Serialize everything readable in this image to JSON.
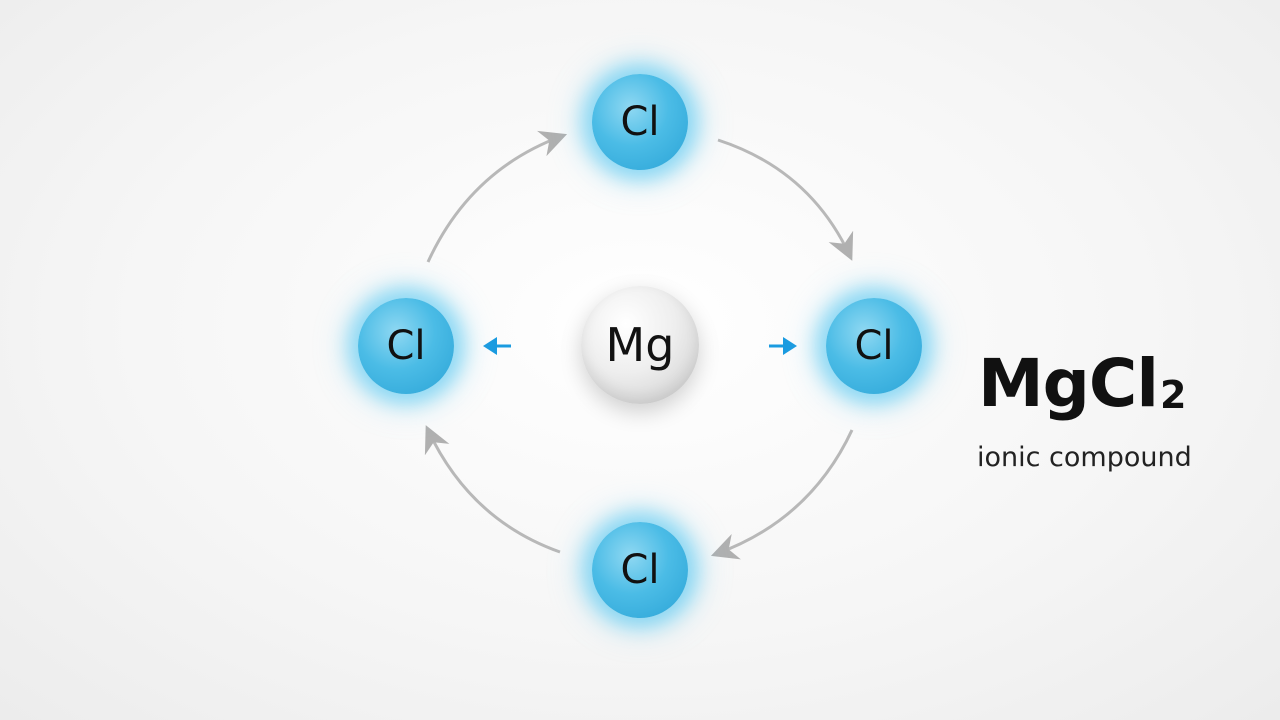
{
  "atoms": {
    "top": {
      "label": "Cl"
    },
    "left": {
      "label": "Cl"
    },
    "right": {
      "label": "Cl"
    },
    "bottom": {
      "label": "Cl"
    },
    "center": {
      "label": "Mg"
    }
  },
  "formula": {
    "base": "MgCl",
    "subscript": "2"
  },
  "caption": "ionic compound",
  "colors": {
    "chlorine": "#4bbce6",
    "magnesium": "#e6e6e6",
    "transfer_arrow": "#1a9be0",
    "cycle_arrow": "#b0b0b0"
  }
}
